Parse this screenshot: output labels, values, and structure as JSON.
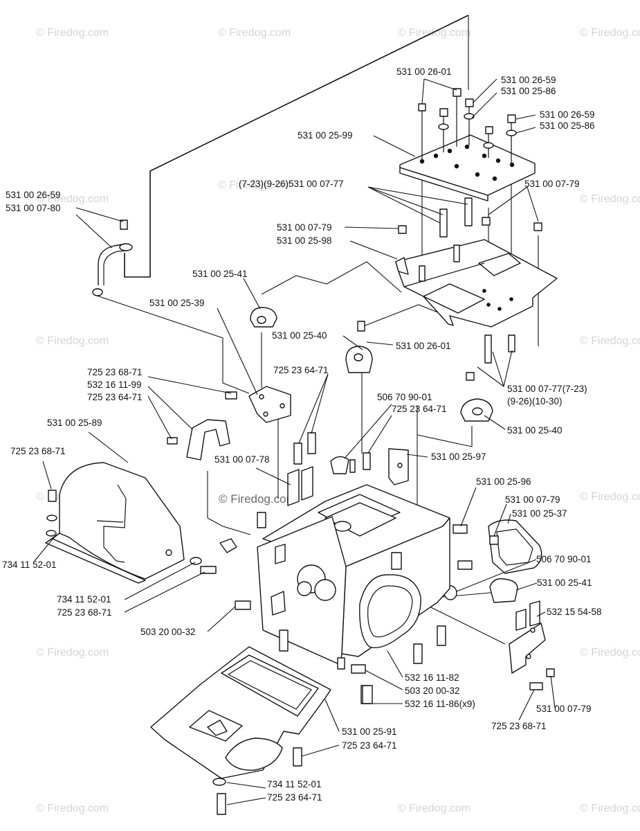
{
  "watermark": {
    "text": "© Firedog.com"
  },
  "labels": {
    "l01": "531 00 26-01",
    "l02": "531 00 26-59",
    "l03": "531 00 25-86",
    "l04": "531 00 26-59",
    "l05": "531 00 25-86",
    "l06": "531 00 25-99",
    "l07": "531 00 26-59",
    "l08": "531 00 07-80",
    "l09": "(7-23)(9-26)531 00 07-77",
    "l10": "531 00 07-79",
    "l11": "531 00 07-79",
    "l12": "531 00 25-98",
    "l13": "531 00 25-41",
    "l14": "531 00 25-39",
    "l15": "531 00 25-40",
    "l16": "531 00 26-01",
    "l17": "725 23 64-71",
    "l18": "725 23 68-71",
    "l19": "532 16 11-99",
    "l20": "725 23 64-71",
    "l21": "531 00 07-77(7-23)",
    "l22": "(9-26)(10-30)",
    "l23": "506 70 90-01",
    "l24": "725 23 64-71",
    "l25": "531 00 25-40",
    "l26": "531 00 25-89",
    "l27": "531 00 25-97",
    "l28": "725 23 68-71",
    "l29": "531 00 07-78",
    "l30": "531 00 25-96",
    "l31": "531 00 07-79",
    "l32": "531 00 25-37",
    "l33": "734 11 52-01",
    "l34": "506 70 90-01",
    "l35": "531 00 25-41",
    "l36": "734 11 52-01",
    "l37": "725 23 68-71",
    "l38": "532 15 54-58",
    "l39": "503 20 00-32",
    "l40": "532 16 11-82",
    "l41": "503 20 00-32",
    "l42": "532 16 11-86(x9)",
    "l43": "531 00 07-79",
    "l44": "725 23 68-71",
    "l45": "531 00 25-91",
    "l46": "725 23 64-71",
    "l47": "734 11 52-01",
    "l48": "725 23 64-71"
  }
}
